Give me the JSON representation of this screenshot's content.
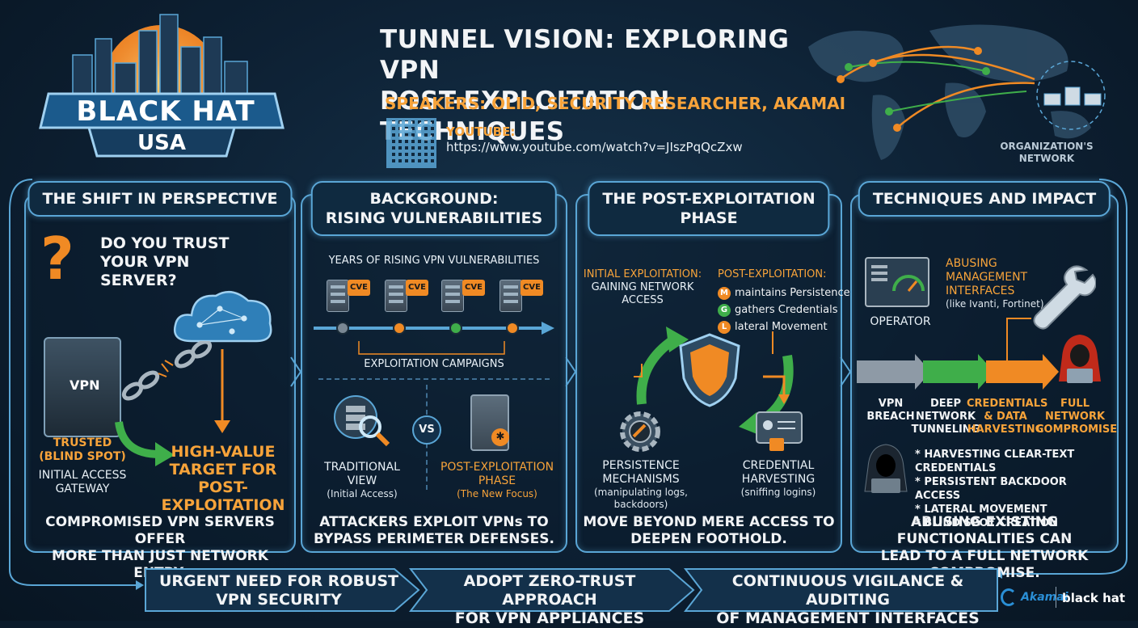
{
  "header": {
    "logo_line1": "BLACK HAT",
    "logo_line2": "USA",
    "title_line1": "TUNNEL VISION: EXPLORING VPN",
    "title_line2": "POST-EXPLOITATION TECHNIQUES",
    "speakers_label": "SPEAKERS:",
    "speakers_value": "OLID, SECURITY RESEARCHER, AKAMAI",
    "youtube_label": "YOUTUBE:",
    "youtube_url": "https://www.youtube.com/watch?v=JIszPqQcZxw",
    "map_label_line1": "ORGANIZATION'S",
    "map_label_line2": "NETWORK"
  },
  "panel1": {
    "heading": "THE SHIFT IN PERSPECTIVE",
    "question_line1": "DO YOU TRUST",
    "question_line2": "YOUR VPN",
    "question_line3": "SERVER?",
    "vpn_label": "VPN",
    "trusted_line1": "TRUSTED",
    "trusted_line2": "(BLIND SPOT)",
    "gateway_line1": "INITIAL ACCESS",
    "gateway_line2": "GATEWAY",
    "target_line1": "HIGH-VALUE",
    "target_line2": "TARGET FOR",
    "target_line3": "POST-EXPLOITATION",
    "footer_line1": "COMPROMISED VPN SERVERS OFFER",
    "footer_line2": "MORE THAN JUST NETWORK ENTRY."
  },
  "panel2": {
    "heading_line1": "BACKGROUND:",
    "heading_line2": "RISING VULNERABILITIES",
    "years_label": "YEARS OF RISING VPN VULNERABILITIES",
    "cve_label": "CVE",
    "campaigns_label": "EXPLOITATION CAMPAIGNS",
    "vs_label": "VS",
    "traditional_line1": "TRADITIONAL",
    "traditional_line2": "VIEW",
    "traditional_line3": "(Initial Access)",
    "post_line1": "POST-EXPLOITATION",
    "post_line2": "PHASE",
    "post_line3": "(The New Focus)",
    "footer_line1": "ATTACKERS EXPLOIT VPNs TO",
    "footer_line2": "BYPASS PERIMETER DEFENSES."
  },
  "panel3": {
    "heading_line1": "THE POST-EXPLOITATION",
    "heading_line2": "PHASE",
    "initial_line1": "INITIAL EXPLOITATION:",
    "initial_line2": "GAINING NETWORK",
    "initial_line3": "ACCESS",
    "post_title": "POST-EXPLOITATION:",
    "post_items": [
      {
        "icon": "M",
        "text": "maintains Persistence",
        "color": "#f08a24"
      },
      {
        "icon": "G",
        "text": "gathers Credentials",
        "color": "#3fae4a"
      },
      {
        "icon": "L",
        "text": "lateral Movement",
        "color": "#f08a24"
      }
    ],
    "persistence_line1": "PERSISTENCE",
    "persistence_line2": "MECHANISMS",
    "persistence_line3": "(manipulating logs,",
    "persistence_line4": "backdoors)",
    "credential_line1": "CREDENTIAL",
    "credential_line2": "HARVESTING",
    "credential_line3": "(sniffing logins)",
    "footer_line1": "MOVE BEYOND MERE ACCESS TO",
    "footer_line2": "DEEPEN FOOTHOLD."
  },
  "panel4": {
    "heading": "TECHNIQUES AND IMPACT",
    "abusing_line1": "ABUSING MANAGEMENT",
    "abusing_line2": "INTERFACES",
    "abusing_line3": "(like Ivanti, Fortinet)",
    "operator_label": "OPERATOR",
    "flow": [
      {
        "line1": "VPN",
        "line2": "BREACH",
        "line3": "",
        "color": "#f2f4f6"
      },
      {
        "line1": "DEEP",
        "line2": "NETWORK",
        "line3": "TUNNELING",
        "color": "#f2f4f6"
      },
      {
        "line1": "CREDENTIALS",
        "line2": "& DATA",
        "line3": "HARVESTING",
        "color": "#f7a33a"
      },
      {
        "line1": "FULL",
        "line2": "NETWORK",
        "line3": "COMPROMISE",
        "color": "#f7a33a"
      }
    ],
    "techniques": [
      "* HARVESTING CLEAR-TEXT CREDENTIALS",
      "* PERSISTENT BACKDOOR ACCESS",
      "* LATERAL MOVEMENT",
      "* BLIND SPOT CREATION"
    ],
    "footer_line1": "ABUSING EXISTING FUNCTIONALITIES CAN",
    "footer_line2": "LEAD TO A FULL NETWORK COMPROMISE."
  },
  "bottom": {
    "item1_line1": "URGENT NEED FOR ROBUST",
    "item1_line2": "VPN SECURITY",
    "item2_line1": "ADOPT ZERO-TRUST APPROACH",
    "item2_line2": "FOR VPN APPLIANCES",
    "item3_line1": "CONTINUOUS VIGILANCE & AUDITING",
    "item3_line2": "OF MANAGEMENT INTERFACES",
    "brand1": "Akamai",
    "brand2": "black hat"
  },
  "colors": {
    "accent_orange": "#f7a33a",
    "accent_blue": "#5aa6d6",
    "accent_green": "#3fae4a",
    "background": "#0b1b2b"
  }
}
